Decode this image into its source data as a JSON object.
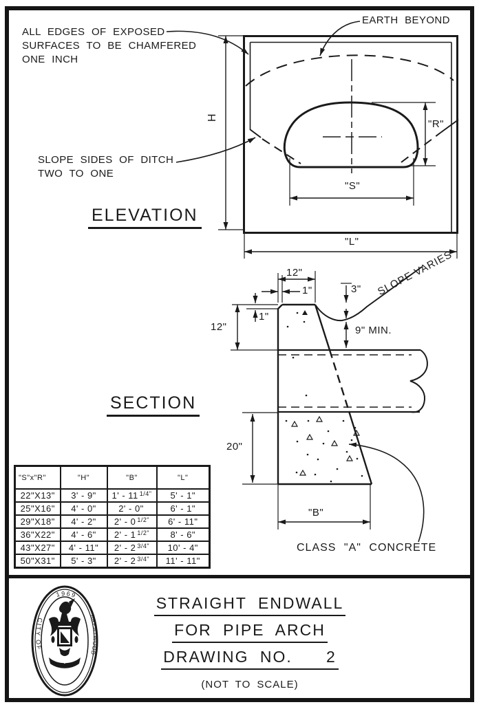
{
  "notes": {
    "chamfer_note": "ALL EDGES OF EXPOSED\nSURFACES TO BE CHAMFERED\nONE INCH",
    "earth_beyond": "EARTH BEYOND",
    "slope_ditch_note": "SLOPE SIDES OF DITCH\nTWO TO ONE",
    "slope_varies": "SLOPE VARIES",
    "nine_inch_min": "9\" MIN.",
    "class_a_concrete": "CLASS \"A\" CONCRETE"
  },
  "views": {
    "elevation": "ELEVATION",
    "section": "SECTION"
  },
  "dims": {
    "h": "H",
    "r": "\"R\"",
    "s": "\"S\"",
    "l": "\"L\"",
    "top_width": "12\"",
    "top_chamfer": "1\"",
    "side_chamfer": "1\"",
    "soil_cover": "3\"",
    "wall_top_to_pipe": "12\"",
    "footing_depth": "20\"",
    "footing_width": "\"B\""
  },
  "table": {
    "headers": [
      "\"S\"x\"R\"",
      "\"H\"",
      "\"B\"",
      "\"L\""
    ],
    "rows": [
      {
        "sxr": "22\"X13\"",
        "h": "3' - 9\"",
        "b": "1' - 11",
        "b_frac": "1/4\"",
        "l": "5' - 1\""
      },
      {
        "sxr": "25\"X16\"",
        "h": "4' - 0\"",
        "b": "2' - 0\"",
        "b_frac": "",
        "l": "6' - 1\""
      },
      {
        "sxr": "29\"X18\"",
        "h": "4' - 2\"",
        "b": "2' - 0",
        "b_frac": "1/2\"",
        "l": "6' - 11\""
      },
      {
        "sxr": "36\"X22\"",
        "h": "4' - 6\"",
        "b": "2' - 1",
        "b_frac": "1/2\"",
        "l": "8' - 6\""
      },
      {
        "sxr": "43\"X27\"",
        "h": "4' - 11\"",
        "b": "2' - 2",
        "b_frac": "3/4\"",
        "l": "10' - 4\""
      },
      {
        "sxr": "50\"X31\"",
        "h": "5' - 3\"",
        "b": "2' - 2",
        "b_frac": "3/4\"",
        "l": "11' - 11\""
      }
    ]
  },
  "title_block": {
    "line1": "STRAIGHT ENDWALL",
    "line2": "FOR PIPE ARCH",
    "line3": "DRAWING NO.   2",
    "scale_note": "(NOT TO SCALE)",
    "seal_year": "1969",
    "seal_left": "CITY OF",
    "seal_right": "BRENTWOOD"
  },
  "colors": {
    "ink": "#1a1a1a",
    "paper": "#ffffff"
  }
}
